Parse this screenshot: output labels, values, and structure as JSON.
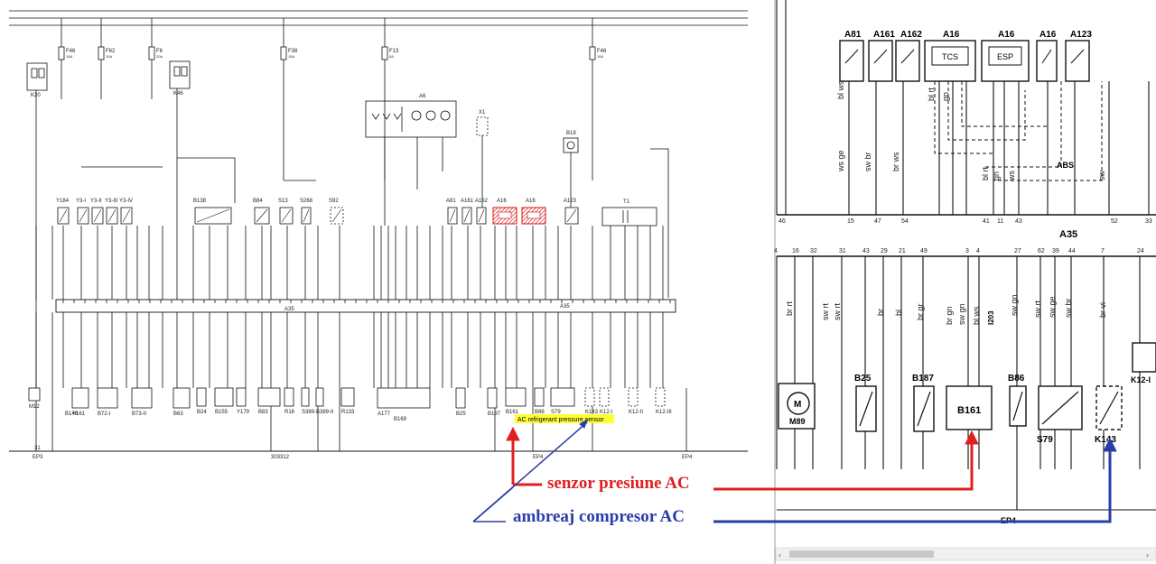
{
  "left_panel": {
    "top_fuses": [
      {
        "id": "F46",
        "rating": "15A"
      },
      {
        "id": "F62",
        "rating": "10A"
      },
      {
        "id": "F6",
        "rating": "20A"
      },
      {
        "id": "F38",
        "rating": "15A"
      },
      {
        "id": "F13",
        "rating": "5A"
      },
      {
        "id": "F46",
        "rating": "15A"
      }
    ],
    "relays": [
      "K20",
      "K46"
    ],
    "lower_components": [
      "Y184",
      "Y3-I",
      "Y3-II",
      "Y3-III",
      "Y3-IV",
      "B138",
      "B84",
      "S13",
      "S268",
      "S92",
      "A6",
      "X1",
      "B19",
      "A81",
      "A161",
      "A162",
      "A16",
      "A16",
      "A123",
      "T1"
    ],
    "bottom_components": [
      "M12",
      "Y161",
      "B72-I",
      "B73-II",
      "B146",
      "B63",
      "B24",
      "B155",
      "Y179",
      "B83",
      "R16",
      "S389-I",
      "S389-II",
      "R133",
      "A177",
      "B169",
      "B25",
      "B187",
      "B161",
      "B86",
      "S79",
      "K143",
      "K12-I",
      "K12-II",
      "K12-III"
    ],
    "connector_label": "A35",
    "ground_labels": [
      "EP3",
      "EP4",
      "EP4"
    ],
    "rail_label": "31",
    "diagram_code": "303312",
    "highlight_label": "AC refrigerant pressure sensor"
  },
  "right_panel": {
    "top_components": [
      "A81",
      "A161",
      "A162",
      "A16",
      "A16",
      "A16",
      "A123"
    ],
    "tcs_label": "TCS",
    "esp_label": "ESP",
    "abs_label": "ABS",
    "connector_label": "A35",
    "bottom_components": [
      "M89",
      "B25",
      "B187",
      "B161",
      "B86",
      "S79",
      "K143",
      "K12-I"
    ],
    "wire_labels_top": [
      "bl ws",
      "ws ge",
      "sw br",
      "br ws",
      "bl rt",
      "gn",
      "bl rt",
      "gn",
      "ws",
      "sw"
    ],
    "wire_labels_bottom": [
      "br rt",
      "sw rt",
      "sw rt",
      "br",
      "bl",
      "br gr",
      "br gn",
      "sw gn",
      "bl ws",
      "sw gn",
      "sw rt",
      "sw ge",
      "sw br",
      "br vi"
    ],
    "pins_top": [
      "46",
      "15",
      "47",
      "54",
      "41",
      "11",
      "43",
      "52",
      "33"
    ],
    "pins_bottom": [
      "4",
      "16",
      "32",
      "31",
      "43",
      "29",
      "21",
      "49",
      "3",
      "4",
      "27",
      "62",
      "39",
      "44",
      "7",
      "24"
    ],
    "ground_label": "EP4",
    "code_label": "I203"
  },
  "callouts": {
    "pressure": "senzor presiune AC",
    "clutch": "ambreaj compresor AC"
  },
  "colors": {
    "red": "#e02020",
    "blue": "#2a3da8",
    "highlight": "#ffff33",
    "hatch": "#d22"
  }
}
